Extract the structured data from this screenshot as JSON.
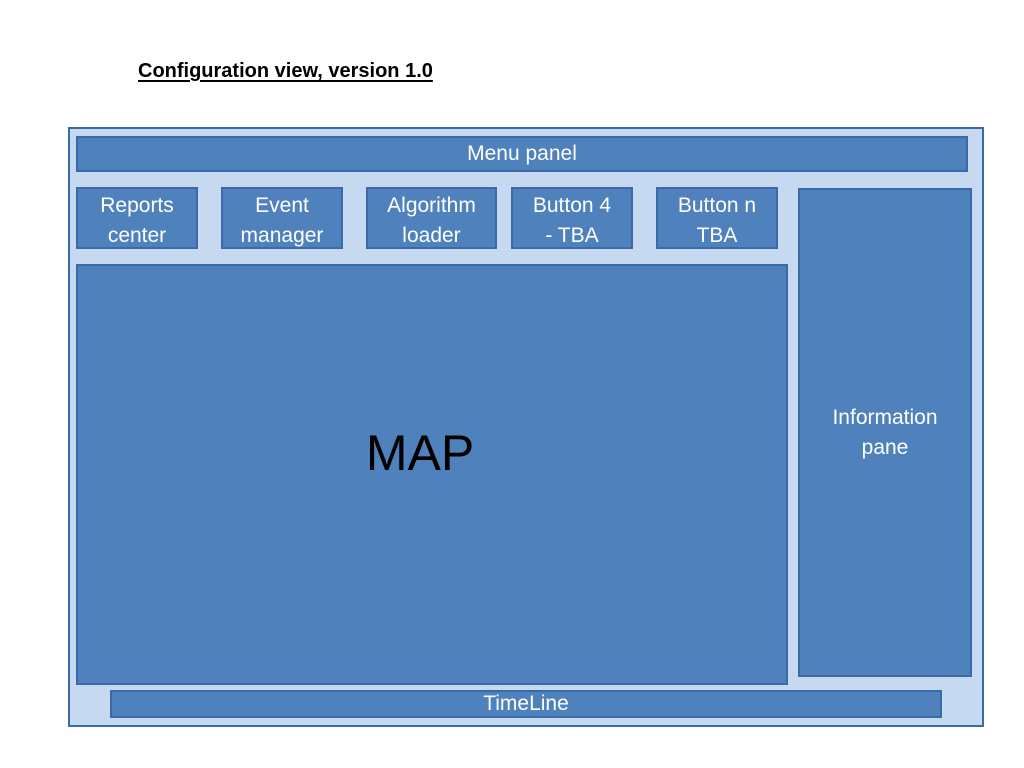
{
  "title": "Configuration view, version 1.0",
  "menu_panel": {
    "label": "Menu panel"
  },
  "buttons": [
    {
      "label": "Reports\ncenter"
    },
    {
      "label": "Event\nmanager"
    },
    {
      "label": "Algorithm\nloader"
    },
    {
      "label": "Button 4\n- TBA"
    },
    {
      "label": "Button n\nTBA"
    }
  ],
  "map": {
    "label": "MAP"
  },
  "information_pane": {
    "label": "Information\npane"
  },
  "timeline": {
    "label": "TimeLine"
  },
  "colors": {
    "frame_fill": "#c6d9f0",
    "box_fill": "#4f81bd",
    "border": "#3a6aa8"
  }
}
